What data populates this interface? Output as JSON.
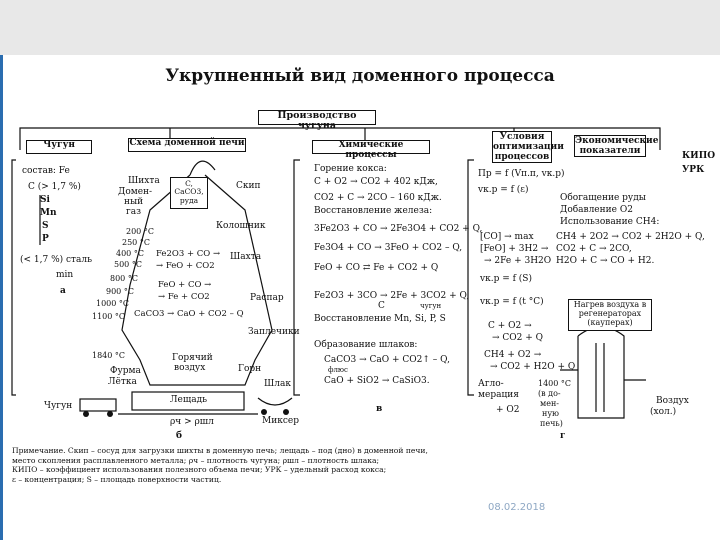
{
  "title": "Укрупненный вид доменного процесса",
  "production": "Производство чугуна",
  "panel_a": {
    "header": "Чугун",
    "composition": "состав: Fe",
    "carbon": "C (> 1,7 %)",
    "elements": [
      "Si",
      "Mn",
      "S",
      "P"
    ],
    "steel": "(< 1,7 %) сталь",
    "min": "min",
    "letter": "а"
  },
  "panel_b": {
    "header": "Схема доменной печи",
    "charge_label": "Шихта",
    "charge_box": [
      "C,",
      "CaCO3,",
      "руда"
    ],
    "domain_gas": [
      "Домен-",
      "ный",
      "газ"
    ],
    "skip": "Скип",
    "colosnik": "Колошник",
    "temps": [
      "200 °C",
      "250 °C",
      "400 °C",
      "500 °C",
      "800 °C",
      "900 °C",
      "1000 °C",
      "1100 °C",
      "1840 °C"
    ],
    "r1": "Fe2O3 + CO →",
    "r1b": "→ FeO + CO2",
    "r2": "FeO + CO →",
    "r2b": "→ Fe + CO2",
    "r3": "CaCO3 → CaO + CO2 – Q",
    "shaft": "Шахта",
    "raspar": "Распар",
    "zaplechiki": "Заплечики",
    "hot_air": [
      "Горячий",
      "воздух"
    ],
    "gorn": "Горн",
    "furma": "Фурма",
    "letka": "Лётка",
    "slag": "Шлак",
    "pig_iron": "Чугун",
    "lezhad": "Лещадь",
    "density": "ρч > ρшл",
    "mixer": "Миксер",
    "letter": "б"
  },
  "panel_v": {
    "header": "Химические процессы",
    "coke": "Горение кокса:",
    "c1": "C + O2 → CO2 + 402 кДж,",
    "c2": "CO2 + C → 2CO – 160 кДж.",
    "iron": "Восстановление железа:",
    "f1": "3Fe2O3 + CO → 2Fe3O4 + CO2 + Q,",
    "f2": "Fe3O4 + CO → 3FeO + CO2 – Q,",
    "f3": "FeO + CO ⇄ Fe + CO2 + Q",
    "f4": "Fe2O3 + 3CO → 2Fe + 3CO2 + Q,",
    "f4c": "C",
    "chugun_small": "чугун",
    "mn": "Восстановление Mn, Si, P, S",
    "slags": "Образование шлаков:",
    "s1": "CaCO3 → CaO + CO2↑ – Q,",
    "flux": "флюс",
    "s2": "CaO + SiO2 → CaSiO3.",
    "letter": "в"
  },
  "panel_g": {
    "header": [
      "Условия",
      "оптимизации",
      "процессов"
    ],
    "econ": [
      "Экономические",
      "показатели"
    ],
    "kipo": "КИПО",
    "urk": "УРК",
    "pr": "Пр = f (Vп.п, vк.р)",
    "eps": "vк.р = f (ε)",
    "ore": "Обогащение руды",
    "o2": "Добавление O2",
    "ch4": "Использование CH4:",
    "co_max": "[CO] → max",
    "feo": "[FeO] + 3H2 →",
    "feo2": "→ 2Fe + 3H2O",
    "m1": "CH4 + 2O2 → CO2 + 2H2O + Q,",
    "m2": "CO2 + C → 2CO,",
    "m3": "H2O + C → CO + H2.",
    "vs": "vк.р = f (S)",
    "vt": "vк.р = f (t °C)",
    "heat": [
      "Нагрев воздуха в",
      "регенераторах",
      "(кауперах)"
    ],
    "co2a": "C + O2 →",
    "co2b": "→ CO2 + Q",
    "ch4b": "CH4 + O2 →",
    "ch4c": "→ CO2 + H2O + Q",
    "aglo": [
      "Агло-",
      "мерация"
    ],
    "plus_o2": "+ O2",
    "temp1400": [
      "1400 °C",
      "(в до-",
      "мен-",
      "ную",
      "печь)"
    ],
    "air": [
      "Воздух",
      "(хол.)"
    ],
    "letter": "г"
  },
  "note": [
    "Примечание. Скип – сосуд для загрузки шихты в доменную печь; лещадь – под (дно) в доменной печи,",
    "место скопления расплавленного металла; ρч – плотность чугуна; ρшл – плотность шлака;",
    "КИПО – коэффициент использования полезного объема печи; УРК – удельный расход кокса;",
    "ε – концентрация; S – площадь поверхности частиц."
  ],
  "date": "08.02.2018"
}
